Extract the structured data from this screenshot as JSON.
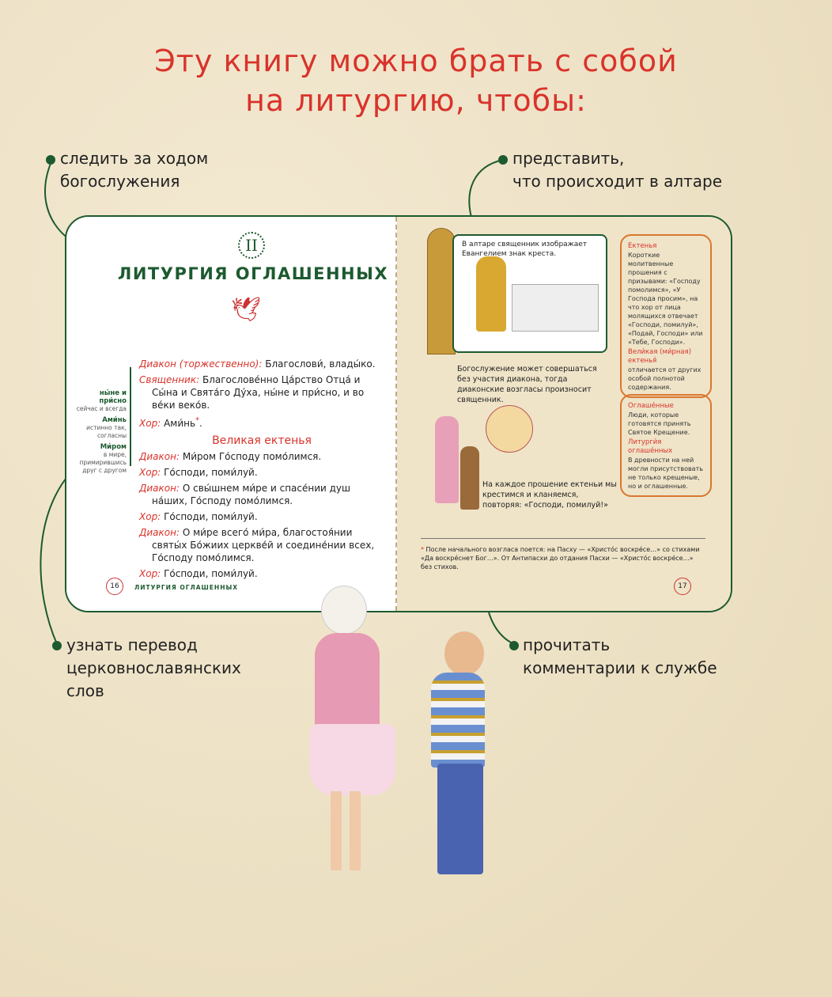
{
  "title": {
    "line1": "Эту книгу можно брать с собой",
    "line2": "на литургию, чтобы:"
  },
  "callouts": [
    {
      "text1": "следить за ходом",
      "text2": "богослужения"
    },
    {
      "text1": "представить,",
      "text2": "что происходит в алтаре"
    },
    {
      "text1": "узнать перевод",
      "text2": "церковнославянских",
      "text3": "слов"
    },
    {
      "text1": "прочитать",
      "text2": "комментарии к службе"
    }
  ],
  "left_page": {
    "roman": "II",
    "chapter": "ЛИТУРГИЯ ОГЛАШЕННЫХ",
    "page": "16",
    "running_head": "ЛИТУРГИЯ ОГЛАШЕННЫХ",
    "lines": [
      {
        "speaker": "Диакон (торжественно):",
        "text": "Благослови́, влады́ко."
      },
      {
        "speaker": "Священник:",
        "text": "Благослове́нно Ца́рство Отца́ и Сы́на и Свята́го Ду́ха, ны́не и при́сно, и во ве́ки веко́в."
      },
      {
        "speaker": "Хор:",
        "text": "Ами́нь",
        "mark": "*"
      },
      {
        "heading": "Великая ектенья"
      },
      {
        "speaker": "Диакон:",
        "text": "Ми́ром Го́споду помо́лимся."
      },
      {
        "speaker": "Хор:",
        "text": "Го́споди, поми́луй."
      },
      {
        "speaker": "Диакон:",
        "text": "О свы́шнем ми́ре и спасе́нии душ на́ших, Го́споду помо́лимся."
      },
      {
        "speaker": "Хор:",
        "text": "Го́споди, поми́луй."
      },
      {
        "speaker": "Диакон:",
        "text": "О ми́ре всего́ ми́ра, благостоя́нии святы́х Бо́жиих церкве́й и соедине́нии всех, Го́споду помо́лимся."
      },
      {
        "speaker": "Хор:",
        "text": "Го́споди, поми́луй."
      }
    ],
    "glossary": [
      {
        "term": "ны́не и при́сно",
        "def": "сейчас и всегда"
      },
      {
        "term": "Ами́нь",
        "def": "истинно так, согласны"
      },
      {
        "term": "Ми́ром",
        "def": "в мире, примирившись друг с другом"
      }
    ]
  },
  "right_page": {
    "page": "17",
    "altar_caption": "В алтаре священник изображает Евангелием знак креста.",
    "deacon_note": "Богослужение может совершаться без участия диакона, тогда диаконские возгласы произносит священник.",
    "bow_note": "На каждое прошение ектеньи мы крестимся и кланяемся, повторяя: «Господи, помилуй!»",
    "box1": {
      "h1": "Ектенья",
      "t1": "Короткие молитвенные прошения с призывами: «Господу помолимся», «У Господа просим», на что хор от лица молящихся отвечает «Господи, помилуй», «Подай, Господи» или «Тебе, Господи».",
      "h2": "Вели́кая (ми́рная) ектенья́",
      "t2": "отличается от других особой полнотой содержания."
    },
    "box2": {
      "h1": "Оглаше́нные",
      "t1": "Люди, которые готовятся принять Святое Крещение.",
      "h2": "Литурги́я оглаше́нных",
      "t2": "В древности на ней могли присутствовать не только крещеные, но и оглашенные."
    },
    "footnote": {
      "mark": "*",
      "text": "После начального возгласа поется: на Пасху — «Христо́с воскре́се…» со стихами «Да воскре́снет Бог…». От Антипасхи до отдания Пасхи — «Христо́с воскре́се…» без стихов."
    }
  },
  "colors": {
    "title": "#d9332b",
    "accent_green": "#1d5a30",
    "box_orange": "#d9772f",
    "background": "#f0e5cb"
  }
}
